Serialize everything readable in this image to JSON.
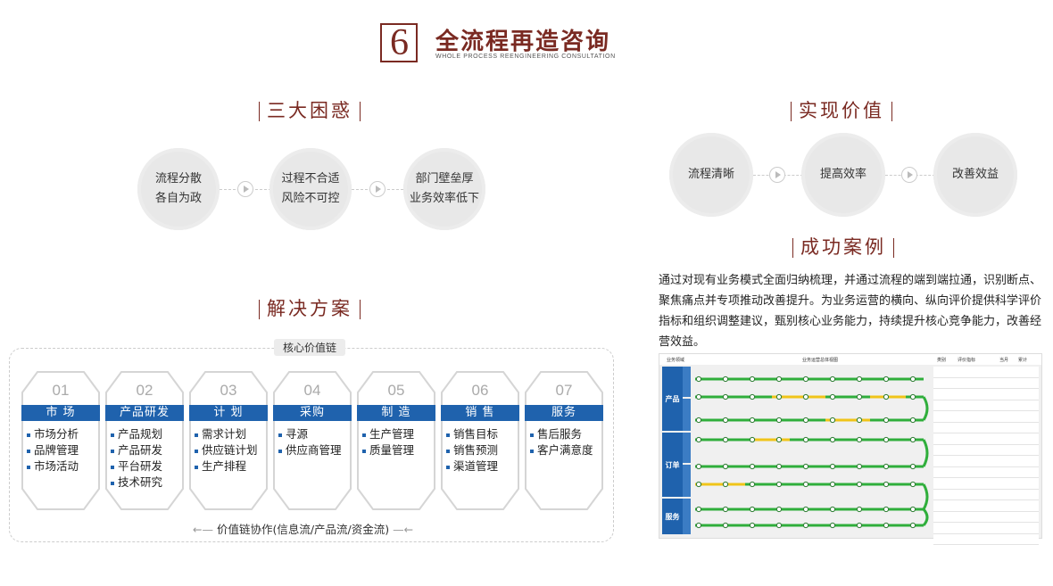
{
  "header": {
    "number": "6",
    "title": "全流程再造咨询",
    "subtitle": "WHOLE PROCESS REENGINEERING CONSULTATION"
  },
  "confusion": {
    "title": "三大困惑",
    "items": [
      {
        "line1": "流程分散",
        "line2": "各自为政"
      },
      {
        "line1": "过程不合适",
        "line2": "风险不可控"
      },
      {
        "line1": "部门壁垒厚",
        "line2": "业务效率低下"
      }
    ]
  },
  "value": {
    "title": "实现价值",
    "items": [
      "流程清晰",
      "提高效率",
      "改善效益"
    ]
  },
  "solution": {
    "title": "解决方案",
    "chain_label": "核心价值链",
    "footer": "价值链协作(信息流/产品流/资金流)",
    "columns": [
      {
        "num": "01",
        "name": "市 场",
        "items": [
          "市场分析",
          "品牌管理",
          "市场活动"
        ]
      },
      {
        "num": "02",
        "name": "产品研发",
        "items": [
          "产品规划",
          "产品研发",
          "平台研发",
          "技术研究"
        ]
      },
      {
        "num": "03",
        "name": "计 划",
        "items": [
          "需求计划",
          "供应链计划",
          "生产排程"
        ]
      },
      {
        "num": "04",
        "name": "采购",
        "items": [
          "寻源",
          "供应商管理"
        ]
      },
      {
        "num": "05",
        "name": "制 造",
        "items": [
          "生产管理",
          "质量管理"
        ]
      },
      {
        "num": "06",
        "name": "销 售",
        "items": [
          "销售目标",
          "销售预测",
          "渠道管理"
        ]
      },
      {
        "num": "07",
        "name": "服务",
        "items": [
          "售后服务",
          "客户满意度"
        ]
      }
    ]
  },
  "cases": {
    "title": "成功案例",
    "paragraph": "通过对现有业务模式全面归纳梳理，并通过流程的端到端拉通，识别断点、聚焦痛点并专项推动改善提升。为业务运营的横向、纵向评价提供科学评价指标和组织调整建议，甄别核心业务能力，持续提升核心竞争能力，改善经营效益。",
    "map": {
      "head": [
        "业务领域",
        "业务运营总体视图",
        "类别",
        "评价指标",
        "当月",
        "累计"
      ],
      "bands": [
        "产品",
        "订单",
        "服务"
      ],
      "colors": {
        "green": "#2fae3b",
        "yellow": "#f0c419",
        "blue": "#1f62ad"
      }
    }
  }
}
